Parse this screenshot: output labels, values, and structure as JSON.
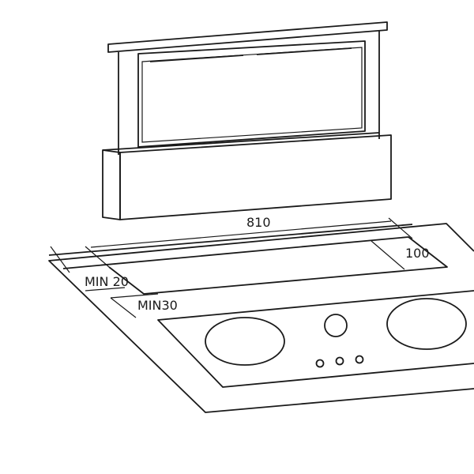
{
  "dimensions": {
    "width_label": "810",
    "depth_label": "100",
    "min_side_label": "MIN 20",
    "min_front_label": "MIN30"
  },
  "colors": {
    "line": "#1a1a1a",
    "background": "#ffffff"
  }
}
